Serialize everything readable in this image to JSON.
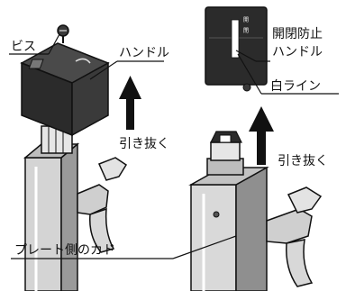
{
  "labels": {
    "screw": "ビス",
    "handle": "ハンドル",
    "pull_out_left": "引き抜く",
    "anti_open_line1": "開閉防止",
    "anti_open_line2": "ハンドル",
    "white_line": "白ライン",
    "pull_out_right": "引き抜く",
    "plate_side_corner": "プレート側のカド"
  },
  "colors": {
    "ink": "#111111",
    "handle_body": "#2b2b2b",
    "handle_face": "#4a4a4a",
    "post_light": "#d9d9d9",
    "post_mid": "#a8a8a8",
    "post_dark": "#6e6e6e"
  }
}
